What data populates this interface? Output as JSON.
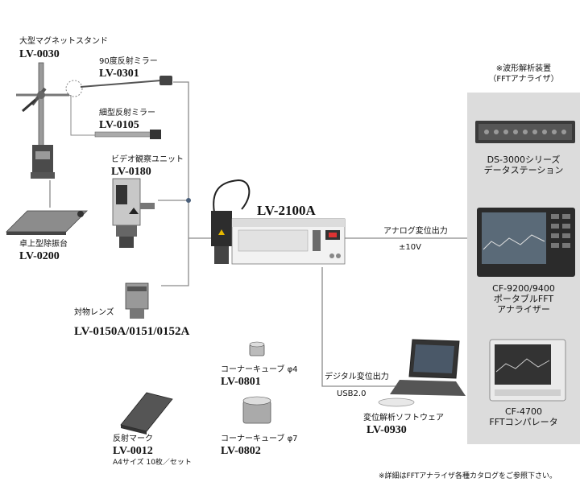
{
  "panel": {
    "title": "※波形解析装置",
    "subtitle": "（FFTアナライザ）",
    "ds3000": {
      "line1": "DS-3000シリーズ",
      "line2": "データステーション"
    },
    "cf9200": {
      "line1": "CF-9200/9400",
      "line2": "ポータブルFFT",
      "line3": "アナライザー"
    },
    "cf4700": {
      "line1": "CF-4700",
      "line2": "FFTコンパレータ"
    }
  },
  "stand": {
    "name": "大型マグネットスタンド",
    "code": "LV-0030"
  },
  "mirror90": {
    "name": "90度反射ミラー",
    "code": "LV-0301"
  },
  "mirrorThin": {
    "name": "細型反射ミラー",
    "code": "LV-0105"
  },
  "video": {
    "name": "ビデオ観察ユニット",
    "code": "LV-0180"
  },
  "table": {
    "name": "卓上型除振台",
    "code": "LV-0200"
  },
  "lens": {
    "name": "対物レンズ",
    "code": "LV-0150A/0151/0152A"
  },
  "main": {
    "code": "LV-2100A"
  },
  "analog": {
    "label": "アナログ変位出力",
    "value": "±10V"
  },
  "digital": {
    "label": "デジタル変位出力",
    "value": "USB2.0"
  },
  "software": {
    "name": "変位解析ソフトウェア",
    "code": "LV-0930"
  },
  "cube4": {
    "name": "コーナーキューブ φ4",
    "code": "LV-0801"
  },
  "cube7": {
    "name": "コーナーキューブ φ7",
    "code": "LV-0802"
  },
  "mark": {
    "name": "反射マーク",
    "code": "LV-0012",
    "note": "A4サイズ 10枚／セット"
  },
  "footnote": "※詳細はFFTアナライザ各種カタログをご参照下さい。"
}
